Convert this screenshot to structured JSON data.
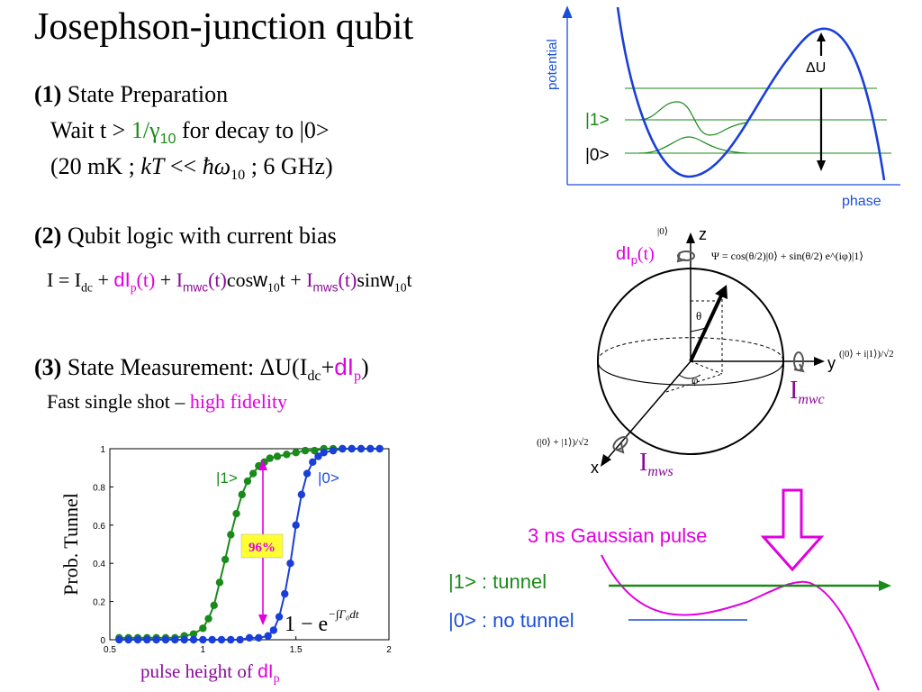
{
  "slide": {
    "title": "Josephson-junction qubit",
    "sec1": {
      "num": "(1)",
      "title": "State Preparation",
      "line1_a": "Wait t > ",
      "line1_rate": "1/γ",
      "line1_rate_sub": "10",
      "line1_b": " for decay to |0>",
      "line2_a": "(20 mK ; ",
      "line2_kt": "kT",
      "line2_b": " << ",
      "line2_hw": "ħω",
      "line2_hw_sub": "10",
      "line2_c": " ; 6 GHz)"
    },
    "sec2": {
      "num": "(2)",
      "title": "Qubit logic with current bias",
      "eq_i": "I",
      "eq_eq": " = I",
      "eq_dc": "dc",
      "eq_plus1": " + ",
      "eq_d": "dI",
      "eq_p": "p",
      "eq_t1": "(t)",
      "eq_plus2": " + ",
      "eq_imwc": "I",
      "eq_mwc": "mwc",
      "eq_t2": "(t)",
      "eq_cos": "cos",
      "eq_w1": "w",
      "eq_w1sub": "10",
      "eq_t3": "t + ",
      "eq_imws": "I",
      "eq_mws": "mws",
      "eq_t4": "(t)",
      "eq_sin": "sin",
      "eq_w2": "w",
      "eq_w2sub": "10",
      "eq_t5": "t"
    },
    "sec3": {
      "num": "(3)",
      "title_a": "State Measurement: ΔU(I",
      "title_dc": "dc",
      "title_plus": "+",
      "title_d": "dI",
      "title_p": "p",
      "title_close": ")",
      "sub_a": "Fast single shot – ",
      "sub_b": "high fidelity"
    }
  },
  "potential_plot": {
    "ylabel": "potential",
    "xlabel": "phase",
    "delta_u": "ΔU",
    "level1": "|1>",
    "level0": "|0>"
  },
  "bloch": {
    "z_label": "z",
    "y_label": "y",
    "x_label": "x",
    "top_ket": "|0⟩",
    "theta": "θ",
    "phi": "φ",
    "psi_eq": "Ψ = cos(θ/2)|0⟩ + sin(θ/2) e^(iφ)|1⟩",
    "y_state": "(|0⟩ + i|1⟩)/√2",
    "x_state": "(|0⟩ + |1⟩)/√2",
    "dip_a": "dI",
    "dip_b": "p",
    "dip_c": "(t)",
    "imwc_a": "I",
    "imwc_b": "mwc",
    "imws_a": "I",
    "imws_b": "mws"
  },
  "pulse": {
    "title": "3 ns Gaussian pulse",
    "state1": "|1> :  tunnel",
    "state0": "|0> :  no tunnel"
  },
  "chart_data": {
    "type": "scatter",
    "xlabel_a": "pulse height of ",
    "xlabel_d": "dI",
    "xlabel_p": "p",
    "ylabel": "Prob. Tunnel",
    "xlim": [
      0.5,
      2
    ],
    "ylim": [
      0,
      1
    ],
    "xticks": [
      "0.5",
      "1",
      "1.5",
      "2"
    ],
    "yticks": [
      "0",
      "0.2",
      "0.4",
      "0.6",
      "0.8",
      "1"
    ],
    "annotation_fidelity": "96%",
    "formula_a": "1 − e",
    "formula_exp": "−∫Γ₀dt",
    "series": [
      {
        "name": "|1>",
        "color": "#1a8a1a",
        "x": [
          0.55,
          0.6,
          0.65,
          0.7,
          0.75,
          0.8,
          0.85,
          0.9,
          0.95,
          1.0,
          1.03,
          1.06,
          1.09,
          1.12,
          1.15,
          1.18,
          1.21,
          1.24,
          1.27,
          1.3,
          1.33,
          1.36,
          1.4,
          1.45,
          1.5,
          1.55,
          1.6,
          1.65,
          1.7,
          1.75,
          1.8,
          1.85,
          1.9,
          1.95
        ],
        "y": [
          0.01,
          0.01,
          0.01,
          0.01,
          0.01,
          0.01,
          0.01,
          0.02,
          0.03,
          0.06,
          0.11,
          0.18,
          0.3,
          0.42,
          0.55,
          0.66,
          0.76,
          0.83,
          0.87,
          0.91,
          0.93,
          0.95,
          0.96,
          0.97,
          0.98,
          0.99,
          0.99,
          1.0,
          1.0,
          1.0,
          1.0,
          1.0,
          1.0,
          1.0
        ]
      },
      {
        "name": "|0>",
        "color": "#1a3fd8",
        "x": [
          0.55,
          0.6,
          0.65,
          0.7,
          0.75,
          0.8,
          0.85,
          0.9,
          0.95,
          1.0,
          1.05,
          1.1,
          1.15,
          1.2,
          1.25,
          1.3,
          1.35,
          1.38,
          1.41,
          1.44,
          1.47,
          1.5,
          1.53,
          1.56,
          1.59,
          1.62,
          1.65,
          1.7,
          1.75,
          1.8,
          1.85,
          1.9,
          1.95
        ],
        "y": [
          0.0,
          0.0,
          0.0,
          0.0,
          0.0,
          0.0,
          0.0,
          0.0,
          0.0,
          0.0,
          0.0,
          0.0,
          0.0,
          0.0,
          0.01,
          0.01,
          0.02,
          0.05,
          0.12,
          0.24,
          0.4,
          0.6,
          0.76,
          0.87,
          0.93,
          0.96,
          0.98,
          0.99,
          1.0,
          1.0,
          1.0,
          1.0,
          1.0
        ]
      }
    ]
  }
}
